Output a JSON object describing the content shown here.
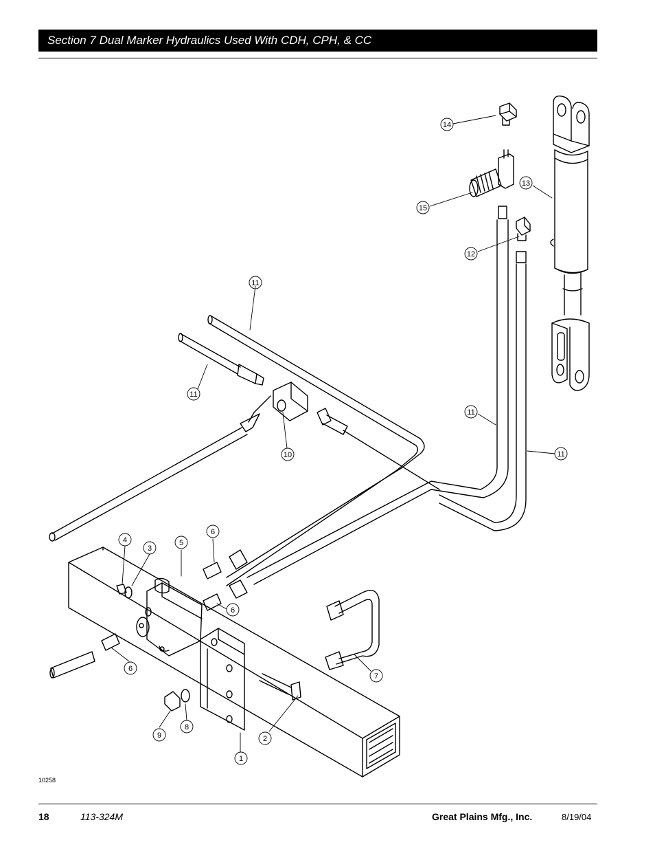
{
  "header": {
    "title": "Section 7 Dual Marker Hydraulics Used With CDH, CPH, & CC"
  },
  "figure": {
    "id": "10258",
    "callouts": [
      {
        "label": "14"
      },
      {
        "label": "13"
      },
      {
        "label": "15"
      },
      {
        "label": "12"
      },
      {
        "label": "11"
      },
      {
        "label": "11"
      },
      {
        "label": "10"
      },
      {
        "label": "11"
      },
      {
        "label": "11"
      },
      {
        "label": "4"
      },
      {
        "label": "3"
      },
      {
        "label": "5"
      },
      {
        "label": "6"
      },
      {
        "label": "6"
      },
      {
        "label": "6"
      },
      {
        "label": "7"
      },
      {
        "label": "9"
      },
      {
        "label": "8"
      },
      {
        "label": "2"
      },
      {
        "label": "1"
      }
    ]
  },
  "footer": {
    "page_number": "18",
    "doc_number": "113-324M",
    "company": "Great Plains Mfg., Inc.",
    "date": "8/19/04"
  }
}
